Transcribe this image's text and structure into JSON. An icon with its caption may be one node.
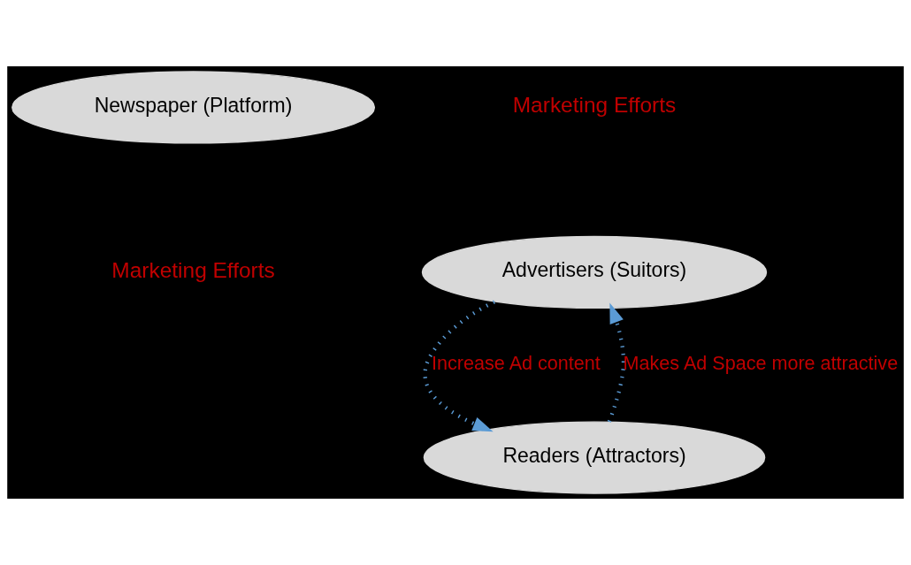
{
  "diagram": {
    "nodes": [
      {
        "text": [
          "Newspaper (Platform)"
        ]
      },
      {
        "text": [
          "Advertisers (Suitors)"
        ]
      },
      {
        "text": [
          "Readers (Attractors)"
        ]
      }
    ],
    "edges": [
      {
        "from": 1,
        "to": 2,
        "arrow": "to",
        "style": "dashed",
        "label": "Increase Ad content"
      },
      {
        "from": 2,
        "to": 1,
        "arrow": "to",
        "style": "dashed",
        "label": "Makes Ad Space more attractive"
      }
    ],
    "labels": [
      "Marketing Efforts",
      "Marketing Efforts"
    ]
  }
}
